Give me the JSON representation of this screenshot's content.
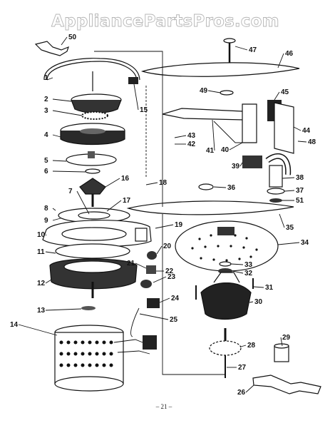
{
  "watermark": "AppliancePartsPros.com",
  "page_number": "– 21 –",
  "callouts": [
    {
      "id": "c1",
      "label": "1"
    },
    {
      "id": "c2",
      "label": "2"
    },
    {
      "id": "c3",
      "label": "3"
    },
    {
      "id": "c4",
      "label": "4"
    },
    {
      "id": "c5",
      "label": "5"
    },
    {
      "id": "c6",
      "label": "6"
    },
    {
      "id": "c7",
      "label": "7"
    },
    {
      "id": "c8",
      "label": "8"
    },
    {
      "id": "c9",
      "label": "9"
    },
    {
      "id": "c10",
      "label": "10"
    },
    {
      "id": "c11",
      "label": "11"
    },
    {
      "id": "c12",
      "label": "12"
    },
    {
      "id": "c13",
      "label": "13"
    },
    {
      "id": "c14",
      "label": "14"
    },
    {
      "id": "c15",
      "label": "15"
    },
    {
      "id": "c16",
      "label": "16"
    },
    {
      "id": "c17",
      "label": "17"
    },
    {
      "id": "c18",
      "label": "18"
    },
    {
      "id": "c19",
      "label": "19"
    },
    {
      "id": "c20",
      "label": "20"
    },
    {
      "id": "c21",
      "label": "21"
    },
    {
      "id": "c22",
      "label": "22"
    },
    {
      "id": "c23",
      "label": "23"
    },
    {
      "id": "c24",
      "label": "24"
    },
    {
      "id": "c25",
      "label": "25"
    },
    {
      "id": "c26",
      "label": "26"
    },
    {
      "id": "c27",
      "label": "27"
    },
    {
      "id": "c28",
      "label": "28"
    },
    {
      "id": "c29",
      "label": "29"
    },
    {
      "id": "c30",
      "label": "30"
    },
    {
      "id": "c31",
      "label": "31"
    },
    {
      "id": "c32",
      "label": "32"
    },
    {
      "id": "c33",
      "label": "33"
    },
    {
      "id": "c34",
      "label": "34"
    },
    {
      "id": "c35",
      "label": "35"
    },
    {
      "id": "c36",
      "label": "36"
    },
    {
      "id": "c37",
      "label": "37"
    },
    {
      "id": "c38",
      "label": "38"
    },
    {
      "id": "c39",
      "label": "39"
    },
    {
      "id": "c40",
      "label": "40"
    },
    {
      "id": "c41",
      "label": "41"
    },
    {
      "id": "c42",
      "label": "42"
    },
    {
      "id": "c43",
      "label": "43"
    },
    {
      "id": "c44",
      "label": "44"
    },
    {
      "id": "c45",
      "label": "45"
    },
    {
      "id": "c46",
      "label": "46"
    },
    {
      "id": "c47",
      "label": "47"
    },
    {
      "id": "c48",
      "label": "48"
    },
    {
      "id": "c49",
      "label": "49"
    },
    {
      "id": "c50",
      "label": "50"
    },
    {
      "id": "c51",
      "label": "51"
    }
  ]
}
